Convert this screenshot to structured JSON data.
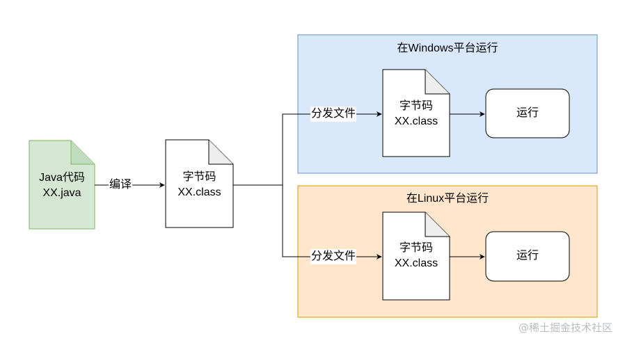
{
  "source_file": {
    "line1": "Java代码",
    "line2": "XX.java"
  },
  "compile_label": "编译",
  "bytecode_file": {
    "line1": "字节码",
    "line2": "XX.class"
  },
  "windows_zone": {
    "title": "在Windows平台运行",
    "dispatch_label": "分发文件",
    "file": {
      "line1": "字节码",
      "line2": "XX.class"
    },
    "run_label": "运行"
  },
  "linux_zone": {
    "title": "在Linux平台运行",
    "dispatch_label": "分发文件",
    "file": {
      "line1": "字节码",
      "line2": "XX.class"
    },
    "run_label": "运行"
  },
  "watermark": "@稀土掘金技术社区",
  "colors": {
    "source_fill": "#d5e8d4",
    "source_stroke": "#82b366",
    "windows_fill": "#dae8fc",
    "windows_stroke": "#6c8ebf",
    "linux_fill": "#ffe6cc",
    "linux_stroke": "#d79b00",
    "line": "#000000"
  }
}
